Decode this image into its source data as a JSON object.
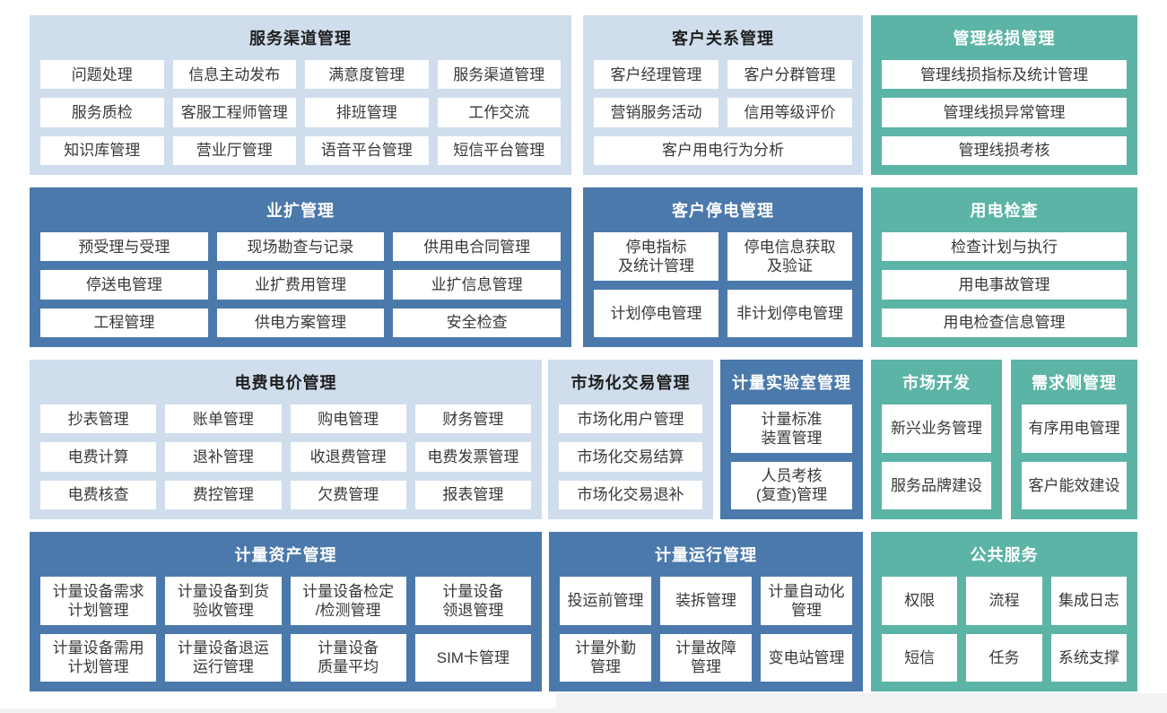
{
  "page": {
    "colors": {
      "light_blue": "#cfddec",
      "dark_blue": "#4b79ab",
      "teal": "#5bb4a5",
      "item_bg": "#ffffff",
      "item_text": "#383838",
      "title_dark": "#1f1f1f",
      "title_light": "#ffffff",
      "page_bg": "#ffffff",
      "edge_gray": "#f1f2f4"
    }
  },
  "blocks": [
    {
      "title": "服务渠道管理",
      "theme": "light",
      "columns": 4,
      "items": [
        "问题处理",
        "信息主动发布",
        "满意度管理",
        "服务渠道管理",
        "服务质检",
        "客服工程师管理",
        "排班管理",
        "工作交流",
        "知识库管理",
        "营业厅管理",
        "语音平台管理",
        "短信平台管理"
      ]
    },
    {
      "title": "客户关系管理",
      "theme": "light",
      "columns": 2,
      "items": [
        "客户经理管理",
        "客户分群管理",
        "营销服务活动",
        "信用等级评价",
        "客户用电行为分析"
      ]
    },
    {
      "title": "管理线损管理",
      "theme": "teal",
      "columns": 1,
      "items": [
        "管理线损指标及统计管理",
        "管理线损异常管理",
        "管理线损考核"
      ]
    },
    {
      "title": "业扩管理",
      "theme": "dark",
      "columns": 3,
      "items": [
        "预受理与受理",
        "现场勘查与记录",
        "供用电合同管理",
        "停送电管理",
        "业扩费用管理",
        "业扩信息管理",
        "工程管理",
        "供电方案管理",
        "安全检查"
      ]
    },
    {
      "title": "客户停电管理",
      "theme": "dark",
      "columns": 2,
      "items": [
        "停电指标\n及统计管理",
        "停电信息获取\n及验证",
        "计划停电管理",
        "非计划停电管理"
      ]
    },
    {
      "title": "用电检查",
      "theme": "teal",
      "columns": 1,
      "items": [
        "检查计划与执行",
        "用电事故管理",
        "用电检查信息管理"
      ]
    },
    {
      "title": "电费电价管理",
      "theme": "light",
      "columns": 4,
      "items": [
        "抄表管理",
        "账单管理",
        "购电管理",
        "财务管理",
        "电费计算",
        "退补管理",
        "收退费管理",
        "电费发票管理",
        "电费核查",
        "费控管理",
        "欠费管理",
        "报表管理"
      ]
    },
    {
      "title": "市场化交易管理",
      "theme": "light",
      "columns": 1,
      "items": [
        "市场化用户管理",
        "市场化交易结算",
        "市场化交易退补"
      ]
    },
    {
      "title": "计量实验室管理",
      "theme": "dark",
      "columns": 1,
      "items": [
        "计量标准\n装置管理",
        "人员考核\n(复查)管理"
      ]
    },
    {
      "title": "市场开发",
      "theme": "teal",
      "columns": 1,
      "items": [
        "新兴业务管理",
        "服务品牌建设"
      ]
    },
    {
      "title": "需求侧管理",
      "theme": "teal",
      "columns": 1,
      "items": [
        "有序用电管理",
        "客户能效建设"
      ]
    },
    {
      "title": "计量资产管理",
      "theme": "dark",
      "columns": 4,
      "items": [
        "计量设备需求\n计划管理",
        "计量设备到货\n验收管理",
        "计量设备检定\n/检测管理",
        "计量设备\n领退管理",
        "计量设备需用\n计划管理",
        "计量设备退运\n运行管理",
        "计量设备\n质量平均",
        "SIM卡管理"
      ]
    },
    {
      "title": "计量运行管理",
      "theme": "dark",
      "columns": 3,
      "items": [
        "投运前管理",
        "装拆管理",
        "计量自动化\n管理",
        "计量外勤\n管理",
        "计量故障\n管理",
        "变电站管理"
      ]
    },
    {
      "title": "公共服务",
      "theme": "teal",
      "columns": 3,
      "items": [
        "权限",
        "流程",
        "集成日志",
        "短信",
        "任务",
        "系统支撑"
      ]
    }
  ]
}
